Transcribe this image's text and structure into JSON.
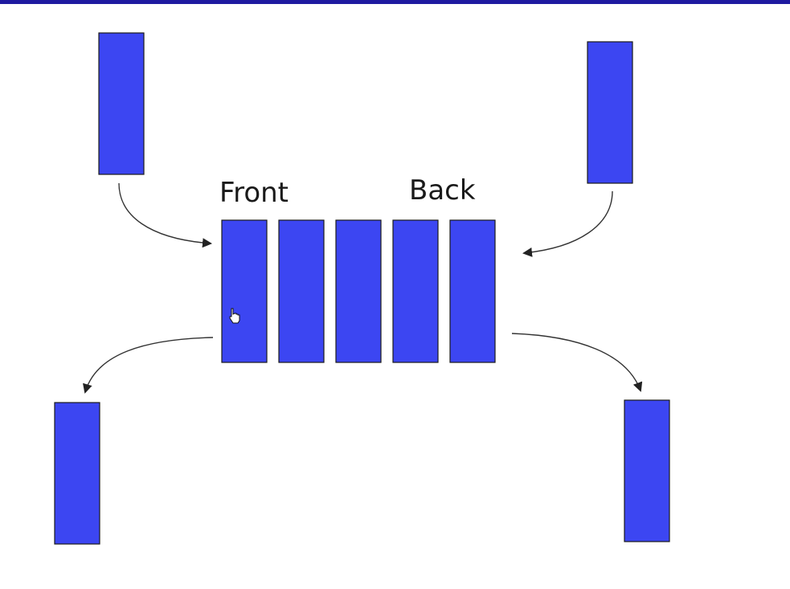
{
  "diagram": {
    "labels": {
      "front": "Front",
      "back": "Back"
    },
    "queue_cell_count": 5,
    "colors": {
      "block_fill": "#3c46f2",
      "block_stroke": "#1a1a1a",
      "arrow": "#333333",
      "top_bar": "#1e1aa0",
      "background": "#ffffff"
    },
    "icons": [
      "hand-cursor-icon"
    ]
  }
}
